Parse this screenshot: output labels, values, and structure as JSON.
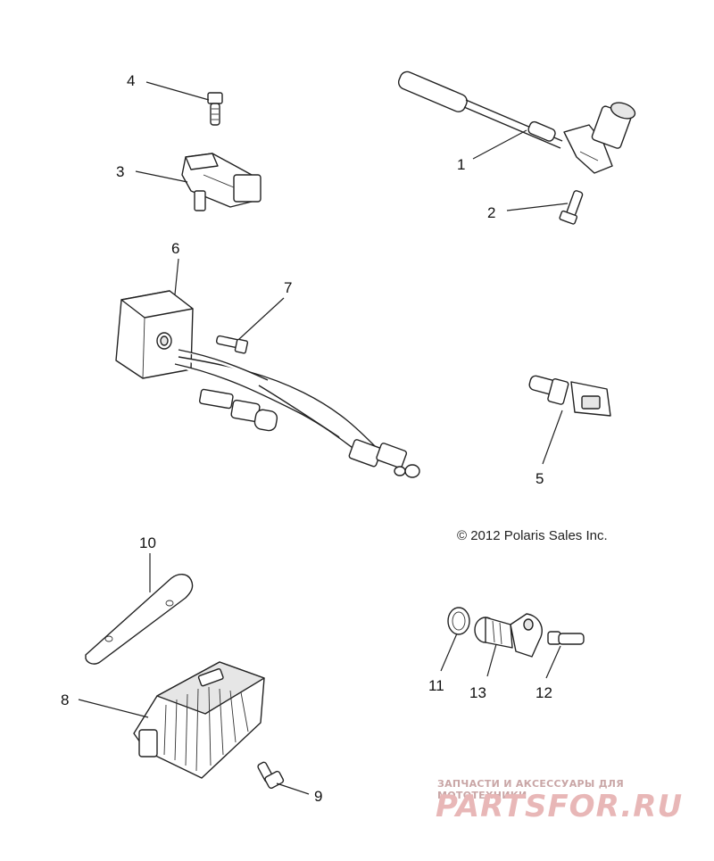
{
  "callouts": [
    "1",
    "2",
    "3",
    "4",
    "5",
    "6",
    "7",
    "8",
    "9",
    "10",
    "11",
    "12",
    "13"
  ],
  "copyright": "© 2012 Polaris Sales Inc.",
  "watermark": {
    "tagline": "ЗАПЧАСТИ И АКСЕССУАРЫ ДЛЯ МОТОТЕХНИКИ",
    "brand": "PARTSFOR.RU"
  },
  "colors": {
    "line": "#222222",
    "watermark": "#e8b7b7"
  }
}
